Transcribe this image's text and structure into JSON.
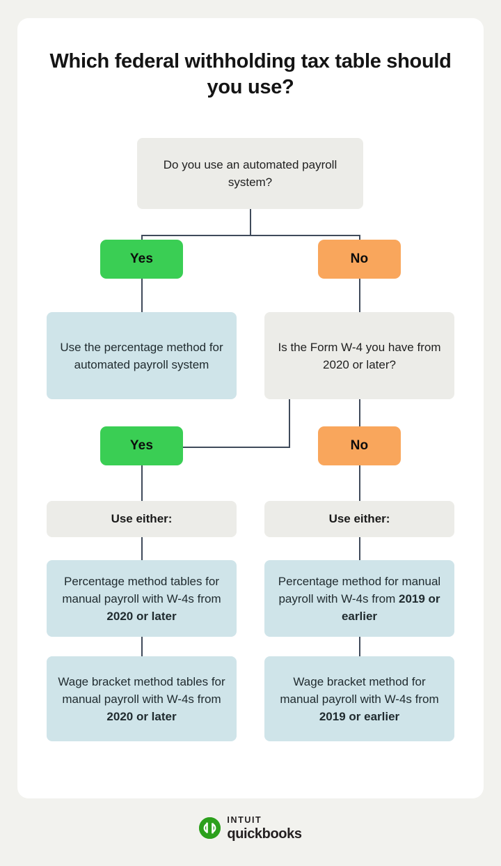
{
  "page": {
    "background_color": "#f2f2ee",
    "card_color": "#ffffff"
  },
  "header": {
    "title": "Which federal withholding tax table should you use?"
  },
  "colors": {
    "yes_green": "#3ace54",
    "no_orange": "#f9a65c",
    "outcome_blue": "#cfe4e9",
    "question_gray": "#ecece8",
    "connector": "#3f4a5a",
    "brand_green": "#2ca01c"
  },
  "flowchart": {
    "type": "decision-tree",
    "root_question": "Do you use an automated payroll system?",
    "branch_yes_label": "Yes",
    "branch_no_label": "No",
    "yes_branch": {
      "outcome": "Use the percentage method for automated payroll system",
      "sub_yes_label": "Yes",
      "use_either_label": "Use either:",
      "options": [
        {
          "prefix": "Percentage method tables for manual payroll with W-4s from ",
          "emphasis": "2020 or later"
        },
        {
          "prefix": "Wage bracket method tables for manual payroll with W-4s from ",
          "emphasis": "2020 or later"
        }
      ]
    },
    "no_branch": {
      "question": "Is the Form W-4 you have from 2020 or later?",
      "sub_no_label": "No",
      "use_either_label": "Use either:",
      "options": [
        {
          "prefix": "Percentage method for manual payroll with W-4s from ",
          "emphasis": "2019 or earlier"
        },
        {
          "prefix": "Wage bracket method for manual payroll with W-4s from ",
          "emphasis": "2019 or earlier"
        }
      ]
    }
  },
  "footer": {
    "brand_top": "INTUIT",
    "brand_bottom": "quickbooks",
    "mark_text": "qb"
  }
}
